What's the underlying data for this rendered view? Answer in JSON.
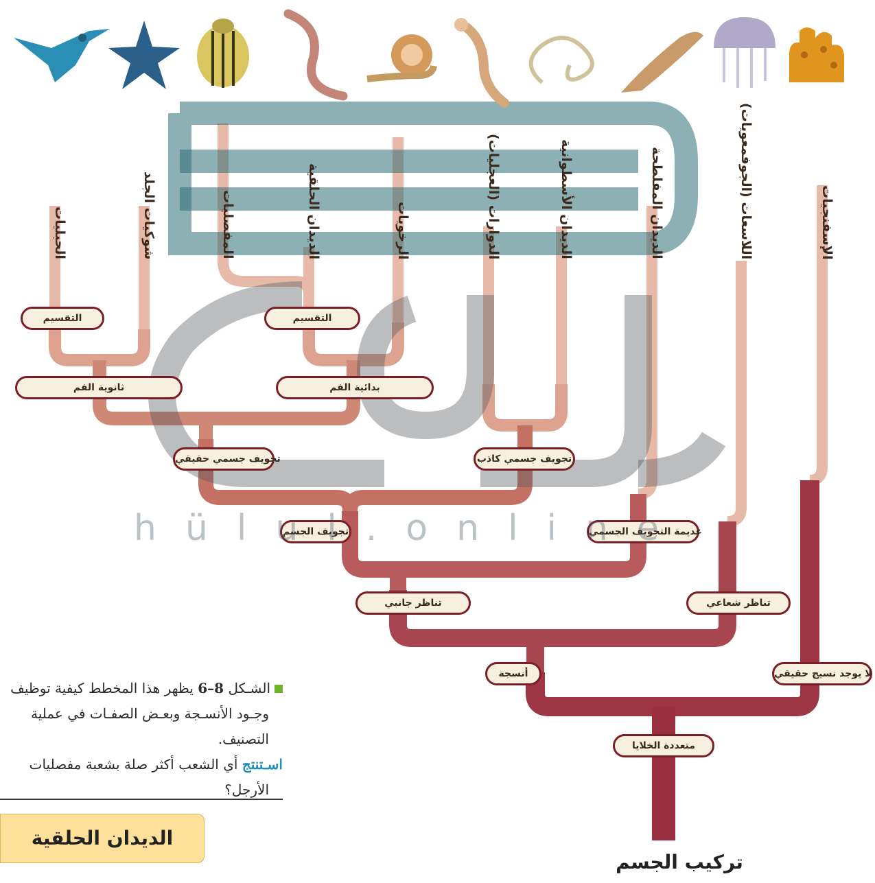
{
  "taxa": [
    {
      "id": "birds",
      "label": "الحبليات",
      "icon": "hummingbird-icon"
    },
    {
      "id": "echinoderms",
      "label": "شوكيات الجلد",
      "icon": "starfish-icon"
    },
    {
      "id": "arthropods",
      "label": "المفصليات",
      "icon": "beetle-icon"
    },
    {
      "id": "annelids",
      "label": "الديدان الحلقية",
      "icon": "earthworm-icon"
    },
    {
      "id": "mollusks",
      "label": "الرخويات",
      "icon": "snail-icon"
    },
    {
      "id": "rotifers",
      "label": "الدوارات (العجليات)",
      "icon": "rotifer-icon"
    },
    {
      "id": "roundworms",
      "label": "الديدان الأسطوانية",
      "icon": "roundworm-icon"
    },
    {
      "id": "flatworms",
      "label": "الديدان المفلطحة",
      "icon": "flatworm-icon"
    },
    {
      "id": "cnidarians",
      "label": "اللاسعات (الجوفمعويات)",
      "icon": "jellyfish-icon"
    },
    {
      "id": "sponges",
      "label": "الإسفنجيات",
      "icon": "sponge-icon"
    }
  ],
  "traits": {
    "segmentation_left": "التقسيم",
    "segmentation_right": "التقسيم",
    "deuterostome": "ثانوية الفم",
    "protostome": "بدائية الفم",
    "true_coelom": "تجويف جسمي حقيقي",
    "pseudocoelom": "تجويف جسمي كاذب",
    "coelom": "تجويف الجسم",
    "acoelomate": "عديمة التجويف الجسمي",
    "bilateral": "تناظر جانبي",
    "radial": "تناظر شعاعي",
    "tissues": "أنسجة",
    "no_true_tissue": "لا يوجد نسيج حقيقي",
    "multicellular": "متعددة الخلايا"
  },
  "caption": {
    "line1_prefix": "الشـكل ",
    "fig_number": "8–6",
    "line1_rest": " يظهر هذا المخطط كيفية توظيف",
    "line2": "وجـود الأنسـجة وبعـض الصفـات في عملية",
    "line3": "التصنيف.",
    "infer_word": "اسـتنتج",
    "line4_rest": " أي الشعب أكثر صلة بشعبة مفصليات",
    "line5": "الأرجل؟"
  },
  "section_title": "الديدان الحلقية",
  "root_label": "تركيب الجسم",
  "watermark": {
    "arabic": "الحلول اونلاين",
    "latin": "hülul.online"
  },
  "colors": {
    "light_branch": "#e8b8a6",
    "mid_branch": "#c9796c",
    "dark_branch": "#a84250",
    "root_trunk": "#9a2f40",
    "pill_border": "#7a1e26",
    "pill_fill": "#f7f0e1",
    "watermark": "#2f6f76",
    "section_box": "#fde19a",
    "infer_text": "#1f8fb8"
  }
}
